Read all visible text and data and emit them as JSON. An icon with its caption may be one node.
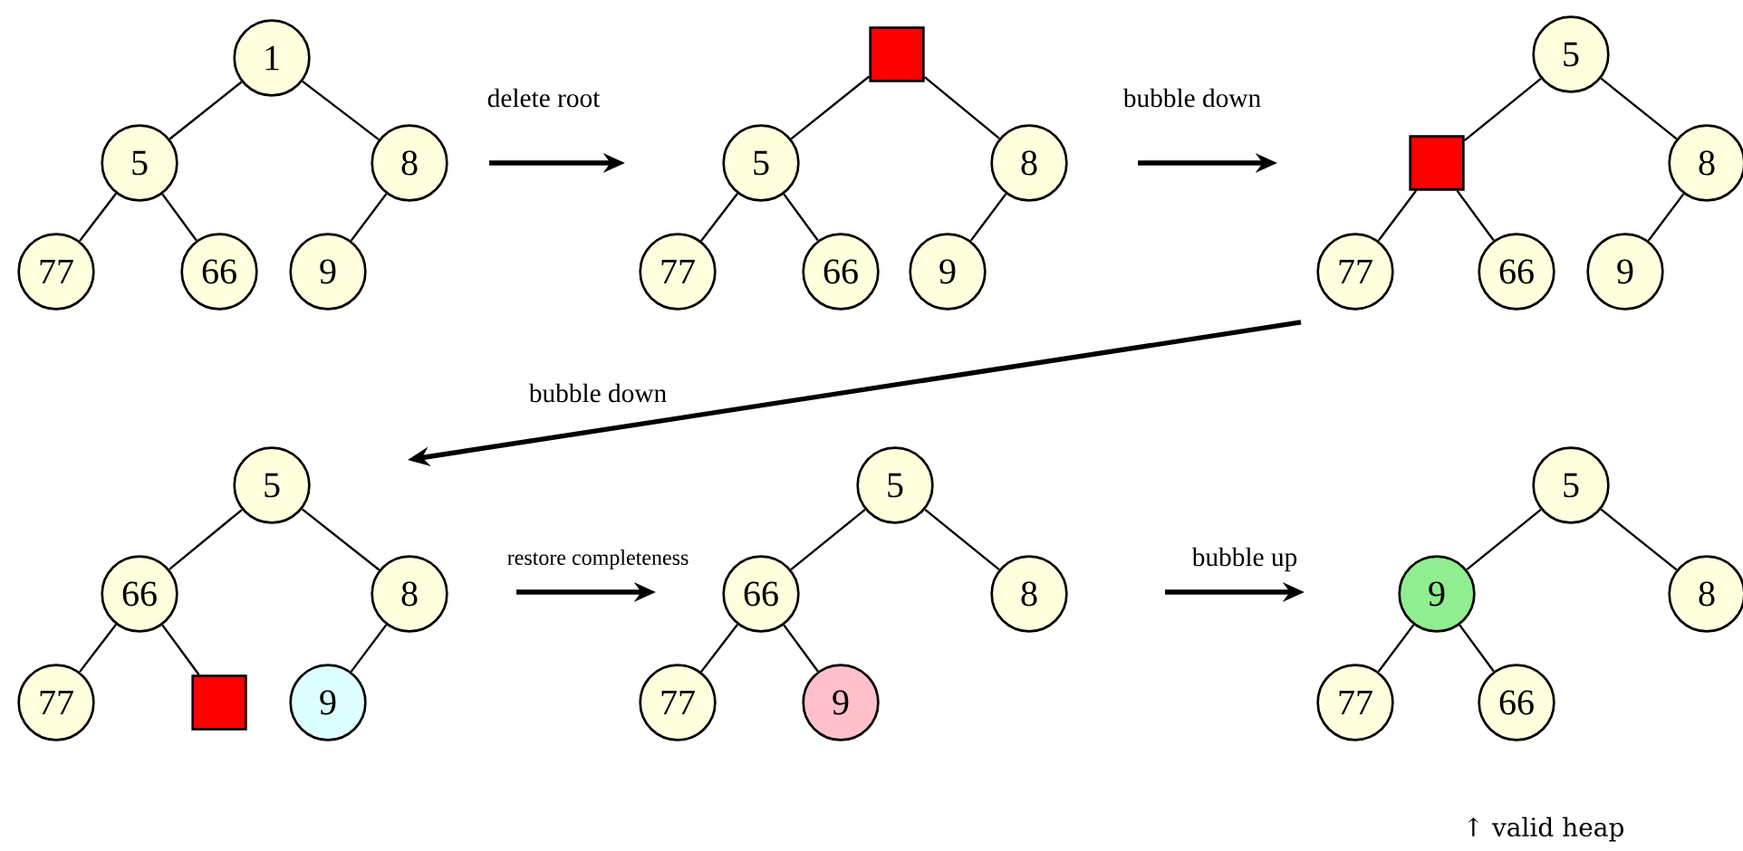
{
  "diagram": {
    "nodes": [
      {
        "text": [
          "1"
        ]
      },
      {
        "text": [
          "5"
        ]
      },
      {
        "text": [
          "8"
        ]
      },
      {
        "text": [
          "77"
        ]
      },
      {
        "text": [
          "66"
        ]
      },
      {
        "text": [
          "9"
        ]
      },
      {
        "text": [],
        "shape": "box"
      },
      {
        "text": [
          "5"
        ]
      },
      {
        "text": [
          "8"
        ]
      },
      {
        "text": [
          "77"
        ]
      },
      {
        "text": [
          "66"
        ]
      },
      {
        "text": [
          "9"
        ]
      },
      {
        "text": [
          "5"
        ]
      },
      {
        "text": [],
        "shape": "box"
      },
      {
        "text": [
          "8"
        ]
      },
      {
        "text": [
          "77"
        ]
      },
      {
        "text": [
          "66"
        ]
      },
      {
        "text": [
          "9"
        ]
      },
      {
        "text": [
          "5"
        ]
      },
      {
        "text": [
          "66"
        ]
      },
      {
        "text": [
          "8"
        ]
      },
      {
        "text": [
          "77"
        ]
      },
      {
        "text": [],
        "shape": "box"
      },
      {
        "text": [
          "9"
        ]
      },
      {
        "text": [
          "5"
        ]
      },
      {
        "text": [
          "66"
        ]
      },
      {
        "text": [
          "8"
        ]
      },
      {
        "text": [
          "77"
        ]
      },
      {
        "text": [
          "9"
        ]
      },
      {
        "text": [
          "5"
        ]
      },
      {
        "text": [
          "9"
        ]
      },
      {
        "text": [
          "8"
        ]
      },
      {
        "text": [
          "77"
        ]
      },
      {
        "text": [
          "66"
        ]
      }
    ],
    "edges": [
      {
        "from": 0,
        "to": 1,
        "arrow": "none"
      },
      {
        "from": 0,
        "to": 2,
        "arrow": "none"
      },
      {
        "from": 1,
        "to": 3,
        "arrow": "none"
      },
      {
        "from": 1,
        "to": 4,
        "arrow": "none"
      },
      {
        "from": 2,
        "to": 5,
        "arrow": "none"
      },
      {
        "from": 6,
        "to": 7,
        "arrow": "none"
      },
      {
        "from": 6,
        "to": 8,
        "arrow": "none"
      },
      {
        "from": 7,
        "to": 9,
        "arrow": "none"
      },
      {
        "from": 7,
        "to": 10,
        "arrow": "none"
      },
      {
        "from": 8,
        "to": 11,
        "arrow": "none"
      },
      {
        "from": 12,
        "to": 13,
        "arrow": "none"
      },
      {
        "from": 12,
        "to": 14,
        "arrow": "none"
      },
      {
        "from": 13,
        "to": 15,
        "arrow": "none"
      },
      {
        "from": 13,
        "to": 16,
        "arrow": "none"
      },
      {
        "from": 14,
        "to": 17,
        "arrow": "none"
      },
      {
        "from": 18,
        "to": 19,
        "arrow": "none"
      },
      {
        "from": 18,
        "to": 20,
        "arrow": "none"
      },
      {
        "from": 19,
        "to": 21,
        "arrow": "none"
      },
      {
        "from": 19,
        "to": 22,
        "arrow": "none"
      },
      {
        "from": 20,
        "to": 23,
        "arrow": "none"
      },
      {
        "from": 24,
        "to": 25,
        "arrow": "none"
      },
      {
        "from": 24,
        "to": 26,
        "arrow": "none"
      },
      {
        "from": 25,
        "to": 27,
        "arrow": "none"
      },
      {
        "from": 25,
        "to": 28,
        "arrow": "none"
      },
      {
        "from": 29,
        "to": 30,
        "arrow": "none"
      },
      {
        "from": 29,
        "to": 31,
        "arrow": "none"
      },
      {
        "from": 30,
        "to": 32,
        "arrow": "none"
      },
      {
        "from": 30,
        "to": 33,
        "arrow": "none"
      }
    ],
    "labels": [
      "delete root",
      "bubble down",
      "bubble down",
      "restore completeness",
      "bubble up",
      "↑ valid heap"
    ]
  }
}
